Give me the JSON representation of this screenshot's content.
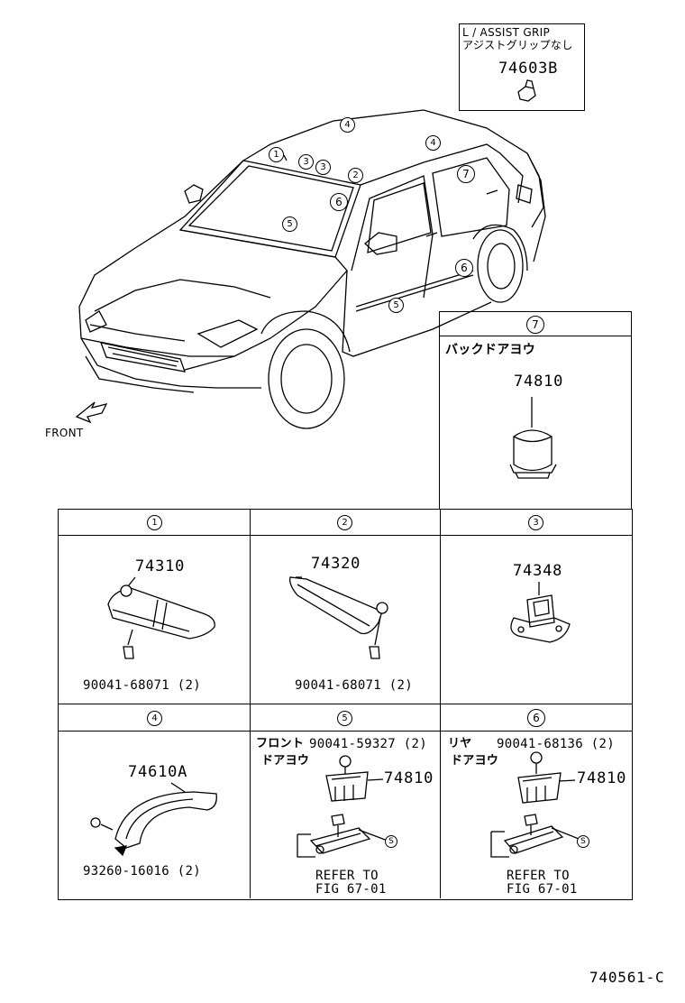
{
  "assist_grip_box": {
    "line1": "L / ASSIST GRIP",
    "line2": "アジストグリップなし",
    "part": "74603B"
  },
  "overview": {
    "front_label": "FRONT",
    "callouts": [
      "1",
      "2",
      "3",
      "3",
      "4",
      "4",
      "5",
      "5",
      "6",
      "6",
      "7"
    ]
  },
  "panel_7": {
    "num": "7",
    "title": "バックドアヨウ",
    "part": "74810"
  },
  "panel_1": {
    "num": "1",
    "part": "74310",
    "sub": "90041-68071 (2)"
  },
  "panel_2": {
    "num": "2",
    "part": "74320",
    "sub": "90041-68071 (2)"
  },
  "panel_3": {
    "num": "3",
    "part": "74348"
  },
  "panel_4": {
    "num": "4",
    "part": "74610A",
    "sub": "93260-16016 (2)"
  },
  "panel_5": {
    "num": "5",
    "label1": "フロント",
    "label2": "ドアヨウ",
    "sub": "90041-59327 (2)",
    "part": "74810",
    "screw": "S",
    "refer1": "REFER TO",
    "refer2": "FIG 67-01"
  },
  "panel_6": {
    "num": "6",
    "label1": "リヤ",
    "label2": "ドアヨウ",
    "sub": "90041-68136 (2)",
    "part": "74810",
    "screw": "S",
    "refer1": "REFER TO",
    "refer2": "FIG 67-01"
  },
  "figure_id": "740561-C"
}
